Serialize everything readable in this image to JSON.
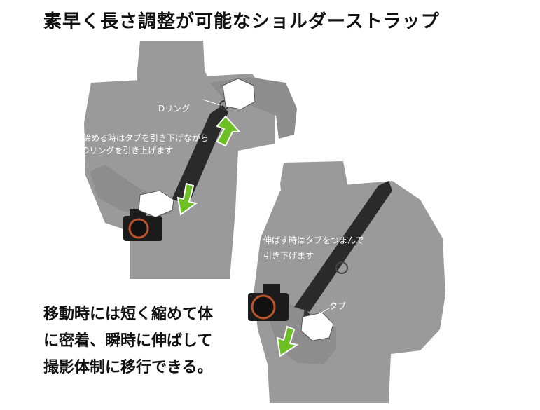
{
  "title": "素早く長さ調整が可能なショルダーストラップ",
  "labels": {
    "d_ring": "Dリング",
    "tighten_line1": "締める時はタブを引き下げながら",
    "tighten_line2": "Dリングを引き上げます",
    "extend_line1": "伸ばす時はタブをつまんで",
    "extend_line2": "引き下げます",
    "tab": "タブ"
  },
  "caption": {
    "line1": "移動時には短く縮めて体",
    "line2": "に密着、瞬時に伸ばして",
    "line3": "撮影体制に移行できる。"
  },
  "colors": {
    "silhouette": "#9a9a9a",
    "strap": "#2a2a2a",
    "arrow": "#6cc024",
    "camera": "#1b1b1b",
    "camera_accent": "#b8532a"
  }
}
